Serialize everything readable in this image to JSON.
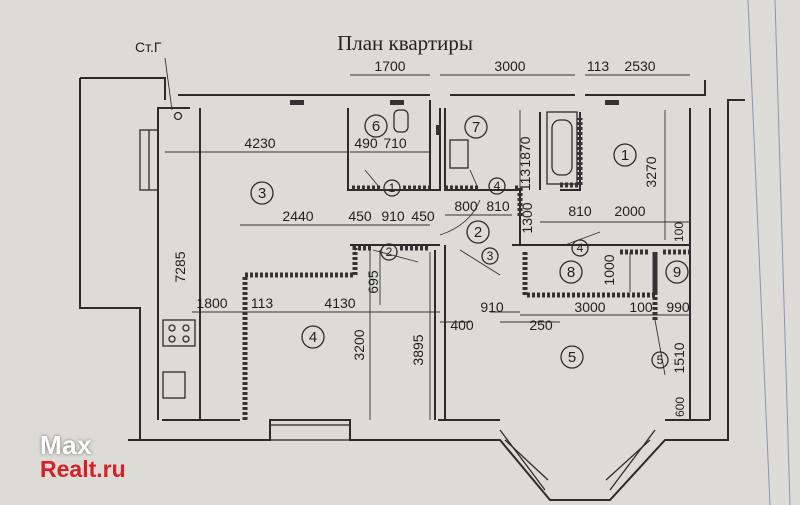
{
  "title": "План квартиры",
  "riser_label": "Ст.Г",
  "rooms": [
    "1",
    "2",
    "3",
    "4",
    "5",
    "6",
    "7",
    "8",
    "9"
  ],
  "doors": [
    "1",
    "2",
    "3",
    "4",
    "4",
    "5"
  ],
  "dims": {
    "d1700": "1700",
    "d3000_top": "3000",
    "d113_top": "113",
    "d2530": "2530",
    "d4230": "4230",
    "d490": "490",
    "d710": "710",
    "d1870": "1870",
    "d113_mid": "113",
    "d3270": "3270",
    "d2440": "2440",
    "d450a": "450",
    "d910a": "910",
    "d450b": "450",
    "d800": "800",
    "d810a": "810",
    "d1300": "1300",
    "d810b": "810",
    "d2000": "2000",
    "d100a": "100",
    "d7285": "7285",
    "d695": "695",
    "d1000": "1000",
    "d1800": "1800",
    "d113_left": "113",
    "d4130": "4130",
    "d910b": "910",
    "d3000_mid": "3000",
    "d100b": "100",
    "d990": "990",
    "d400": "400",
    "d250": "250",
    "d3200": "3200",
    "d3895": "3895",
    "d1510": "1510",
    "d600": "600"
  },
  "watermark": {
    "line1": "Max",
    "line2": "Realt.ru"
  }
}
